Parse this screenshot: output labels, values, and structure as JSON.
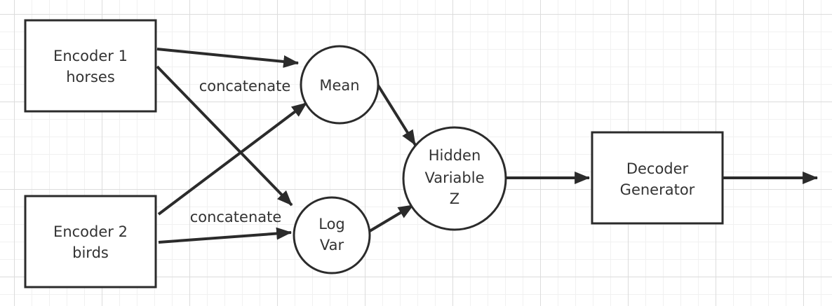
{
  "nodes": {
    "encoder1": {
      "line1": "Encoder 1",
      "line2": "horses"
    },
    "encoder2": {
      "line1": "Encoder 2",
      "line2": "birds"
    },
    "mean": {
      "label": "Mean"
    },
    "logvar": {
      "line1": "Log",
      "line2": "Var"
    },
    "hidden": {
      "line1": "Hidden",
      "line2": "Variable",
      "line3": "Z"
    },
    "decoder": {
      "line1": "Decoder",
      "line2": "Generator"
    }
  },
  "edge_labels": {
    "top": "concatenate",
    "bottom": "concatenate"
  }
}
